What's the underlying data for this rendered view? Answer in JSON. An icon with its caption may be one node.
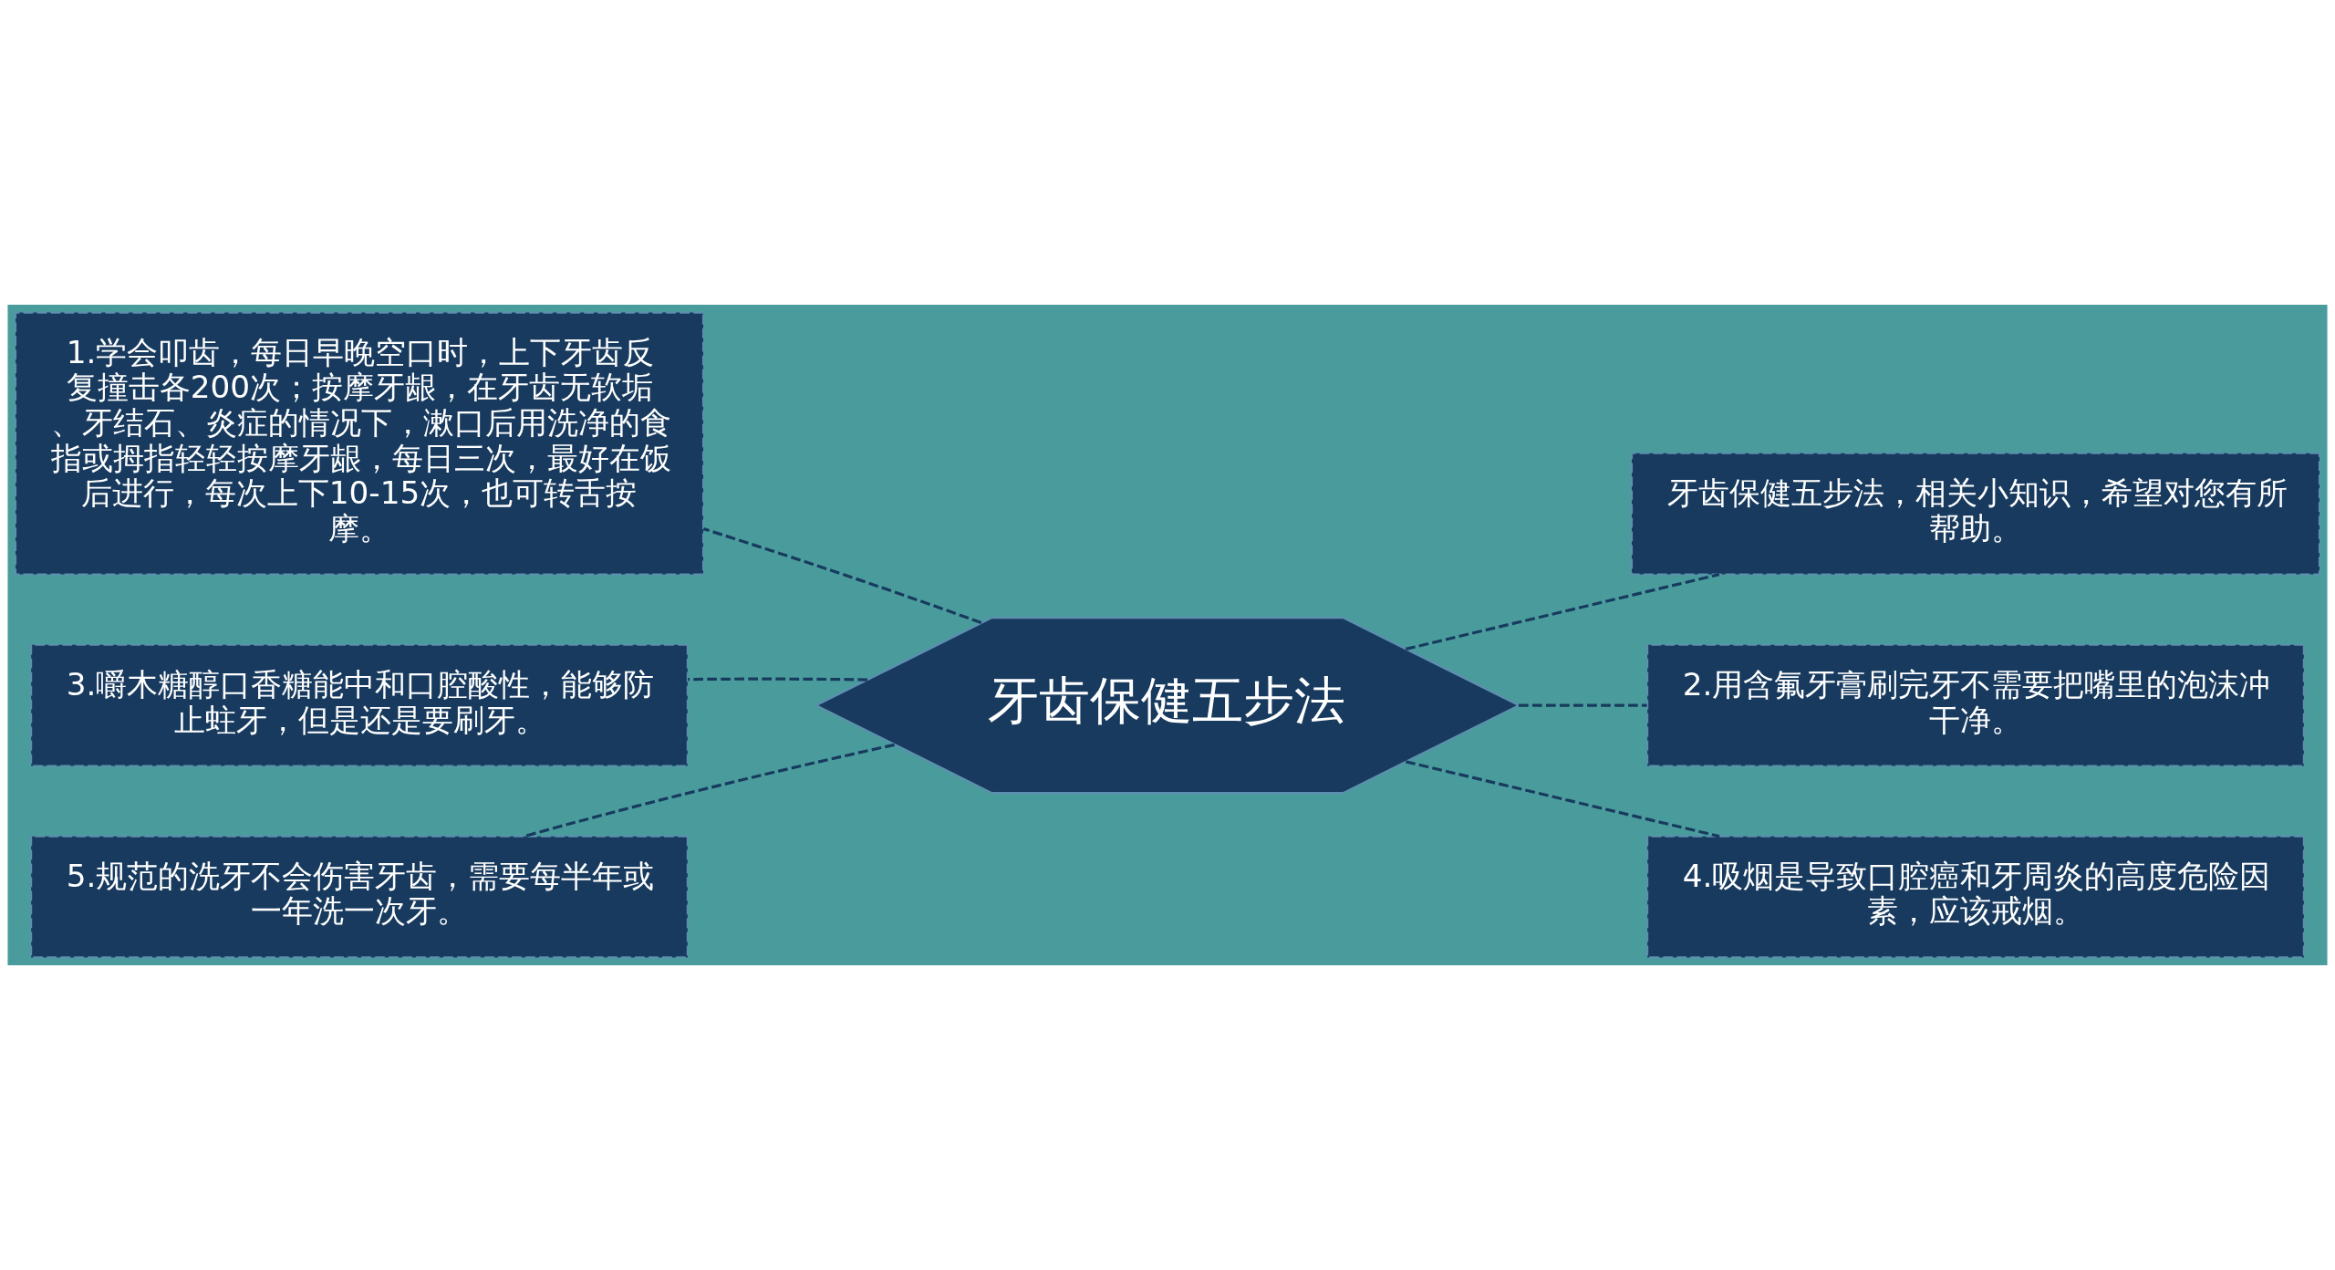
{
  "diagram": {
    "nodes": [
      {
        "text": [
          "牙齿保健五步法"
        ]
      },
      {
        "text": [
          "1.学会叩齿，每日早晚空口时，上下牙齿反复撞击各200次；按摩牙龈，在牙齿无软垢、牙结石、炎症的情况下，漱口后用洗净的食指或拇指轻轻按摩牙龈，每日三次，最好在饭后进行，每次上下10-15次，也可转舌按摩。"
        ]
      },
      {
        "text": [
          "3.嚼木糖醇口香糖能中和口腔酸性，能够防止蛀牙，但是还是要刷牙。"
        ]
      },
      {
        "text": [
          "5.规范的洗牙不会伤害牙齿，需要每半年或一年洗一次牙。"
        ]
      },
      {
        "text": [
          "牙齿保健五步法，相关小知识，希望对您有所帮助。"
        ]
      },
      {
        "text": [
          "2.用含氟牙膏刷完牙不需要把嘴里的泡沫冲干净。"
        ]
      },
      {
        "text": [
          "4.吸烟是导致口腔癌和牙周炎的高度危险因素，应该戒烟。"
        ]
      }
    ],
    "edges": [
      {
        "from": 0,
        "to": 1,
        "arrow": "none",
        "style": "dashed"
      },
      {
        "from": 0,
        "to": 2,
        "arrow": "none",
        "style": "dashed"
      },
      {
        "from": 0,
        "to": 3,
        "arrow": "none",
        "style": "dashed"
      },
      {
        "from": 0,
        "to": 4,
        "arrow": "none",
        "style": "dashed"
      },
      {
        "from": 0,
        "to": 5,
        "arrow": "none",
        "style": "dashed"
      },
      {
        "from": 0,
        "to": 6,
        "arrow": "none",
        "style": "dashed"
      }
    ]
  }
}
